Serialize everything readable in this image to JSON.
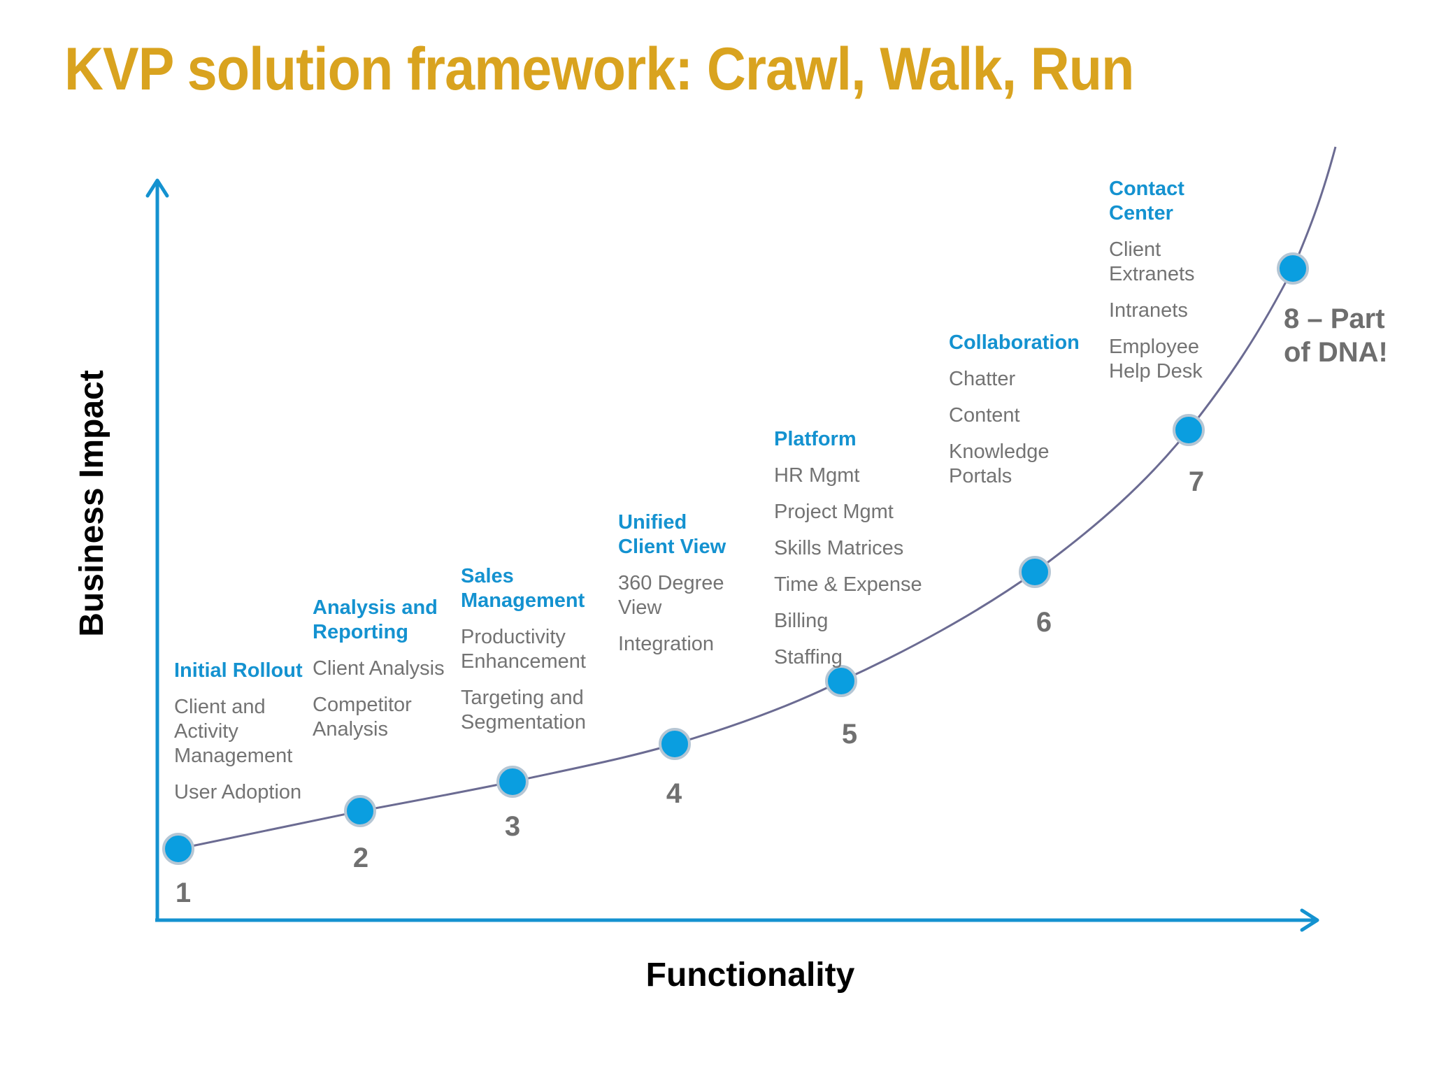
{
  "title": "KVP solution framework: Crawl, Walk, Run",
  "colors": {
    "title": "#d9a31f",
    "accent": "#1492d0",
    "curve": "#6b6b92",
    "node_fill": "#0a9ee0",
    "node_stroke": "#b5c6d4",
    "muted_text": "#737373",
    "step_number": "#707070"
  },
  "axes": {
    "y_label": "Business Impact",
    "x_label": "Functionality"
  },
  "stages": [
    {
      "number": "1",
      "heading": "Initial Rollout",
      "items": [
        "Client and Activity Management",
        "User Adoption"
      ]
    },
    {
      "number": "2",
      "heading": "Analysis and Reporting",
      "items": [
        "Client Analysis",
        "Competitor Analysis"
      ]
    },
    {
      "number": "3",
      "heading": "Sales Management",
      "items": [
        "Productivity Enhancement",
        "Targeting and Segmentation"
      ]
    },
    {
      "number": "4",
      "heading": "Unified Client View",
      "items": [
        "360 Degree View",
        "Integration"
      ]
    },
    {
      "number": "5",
      "heading": "Platform",
      "items": [
        "HR Mgmt",
        "Project Mgmt",
        "Skills Matrices",
        "Time & Expense",
        "Billing",
        "Staffing"
      ]
    },
    {
      "number": "6",
      "heading": "Collaboration",
      "items": [
        "Chatter",
        "Content",
        "Knowledge Portals"
      ]
    },
    {
      "number": "7",
      "heading": "Contact Center",
      "items": [
        "Client Extranets",
        "Intranets",
        "Employee Help Desk"
      ]
    }
  ],
  "final_stage": "8 – Part of DNA!"
}
